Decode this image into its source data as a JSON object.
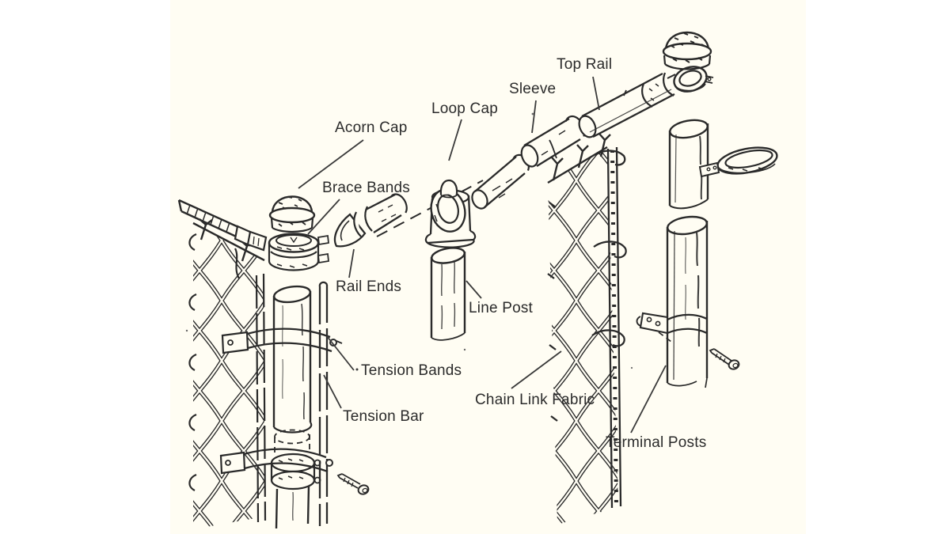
{
  "figure": {
    "type": "technical-line-diagram",
    "subject": "Chain link fence components (exploded parts diagram)",
    "ink_color": "#2a2a2a",
    "paper_color": "#fffdf3",
    "label_color": "#2b2b2b"
  },
  "labels": {
    "top_rail": "Top Rail",
    "sleeve": "Sleeve",
    "loop_cap": "Loop Cap",
    "acorn_cap": "Acorn Cap",
    "brace_bands": "Brace Bands",
    "rail_ends": "Rail Ends",
    "line_post": "Line Post",
    "tension_bands": "Tension Bands",
    "tension_bar": "Tension Bar",
    "chain_link_fabric": "Chain Link Fabric",
    "terminal_posts": "Terminal Posts"
  }
}
